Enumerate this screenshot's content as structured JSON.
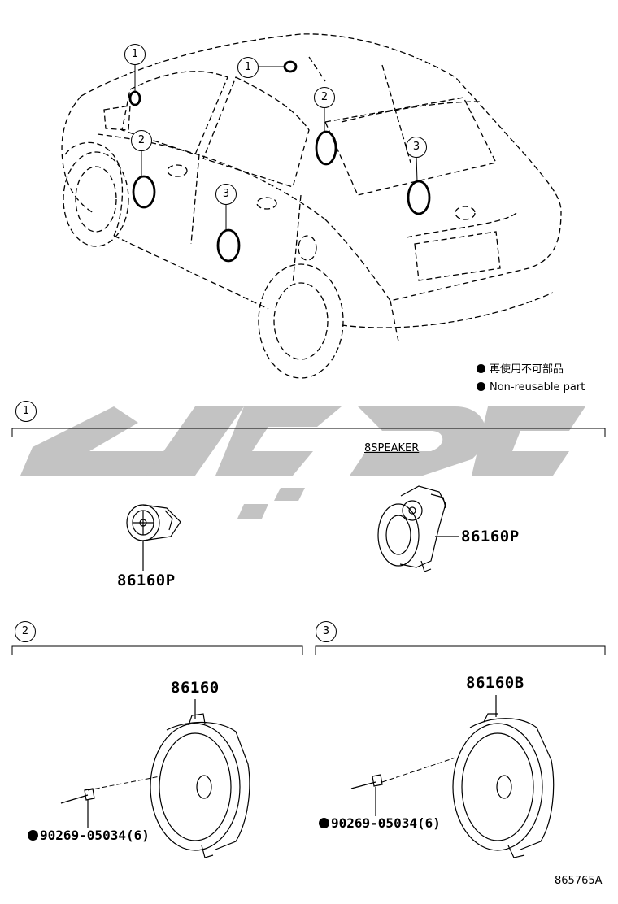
{
  "callouts": [
    "1",
    "2",
    "3"
  ],
  "legend": {
    "jp": "再使用不可部品",
    "en": "Non-reusable part"
  },
  "sections": [
    {
      "number": "1",
      "title": "8SPEAKER"
    },
    {
      "number": "2"
    },
    {
      "number": "3"
    }
  ],
  "parts": {
    "tweeter_left": "86160P",
    "tweeter_right": "86160P",
    "front_speaker": "86160",
    "rear_speaker": "86160B",
    "screw_front": "90269-05034(6)",
    "screw_rear": "90269-05034(6)"
  },
  "diagram_id": "865765A",
  "colors": {
    "line": "#000000",
    "watermark": "#bdbdbd"
  }
}
